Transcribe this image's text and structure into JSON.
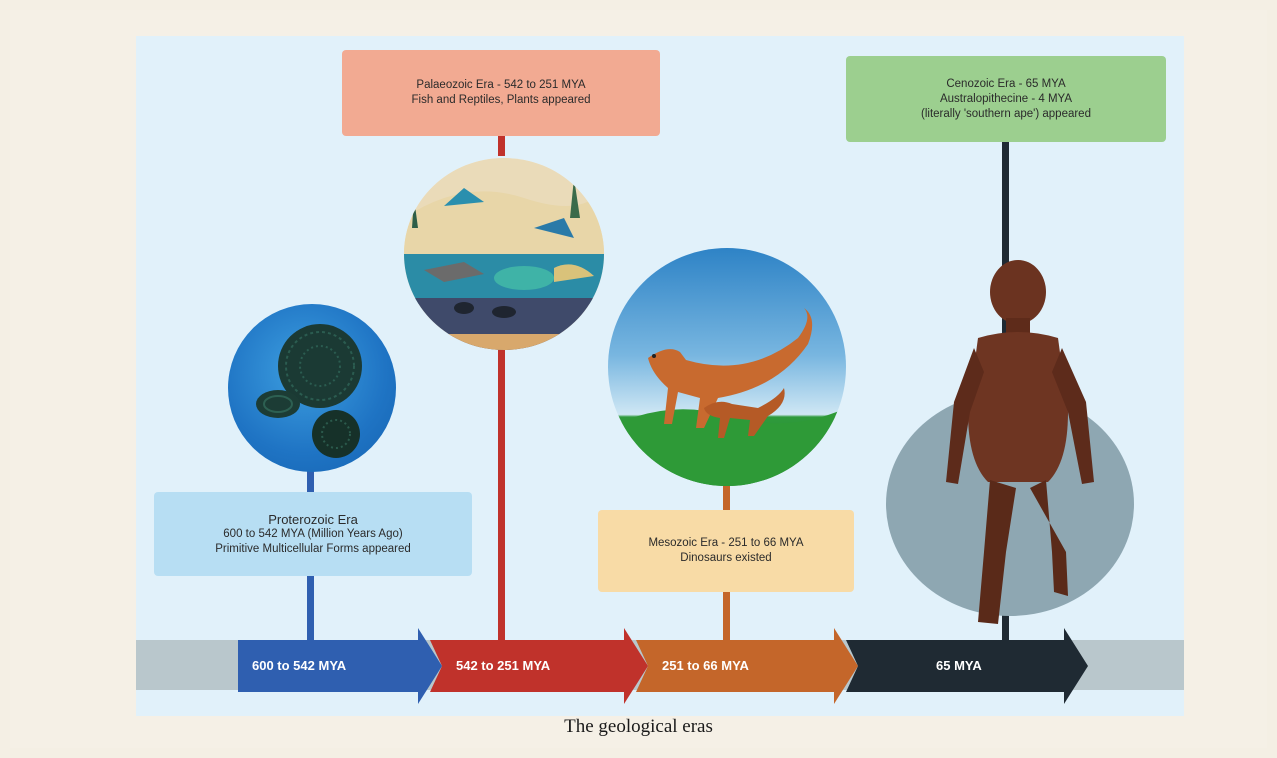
{
  "caption": "The geological eras",
  "eras": [
    {
      "arrow_label": "600 to 542 MYA",
      "title": "Proterozoic Era",
      "lines": [
        "600 to 542 MYA (Million Years Ago)",
        "Primitive Multicellular Forms appeared"
      ],
      "color": "#2f5fb0",
      "box_color": "#b7def3"
    },
    {
      "arrow_label": "542 to 251 MYA",
      "title": "Palaeozoic Era - 542 to 251 MYA",
      "lines": [
        "Fish and Reptiles, Plants appeared"
      ],
      "color": "#c0322b",
      "box_color": "#f2aa92"
    },
    {
      "arrow_label": "251 to 66 MYA",
      "title": "Mesozoic Era - 251 to 66 MYA",
      "lines": [
        "Dinosaurs existed"
      ],
      "color": "#c4662a",
      "box_color": "#f8dba6"
    },
    {
      "arrow_label": "65 MYA",
      "title": "Cenozoic Era - 65 MYA",
      "lines": [
        "Australopithecine - 4 MYA",
        "(literally 'southern ape') appeared"
      ],
      "color": "#1f2a33",
      "box_color": "#9ccf8f"
    }
  ],
  "illustrations": [
    "stromatolite-fossils",
    "palaeozoic-sea-life",
    "dinosaurs",
    "australopithecine"
  ]
}
